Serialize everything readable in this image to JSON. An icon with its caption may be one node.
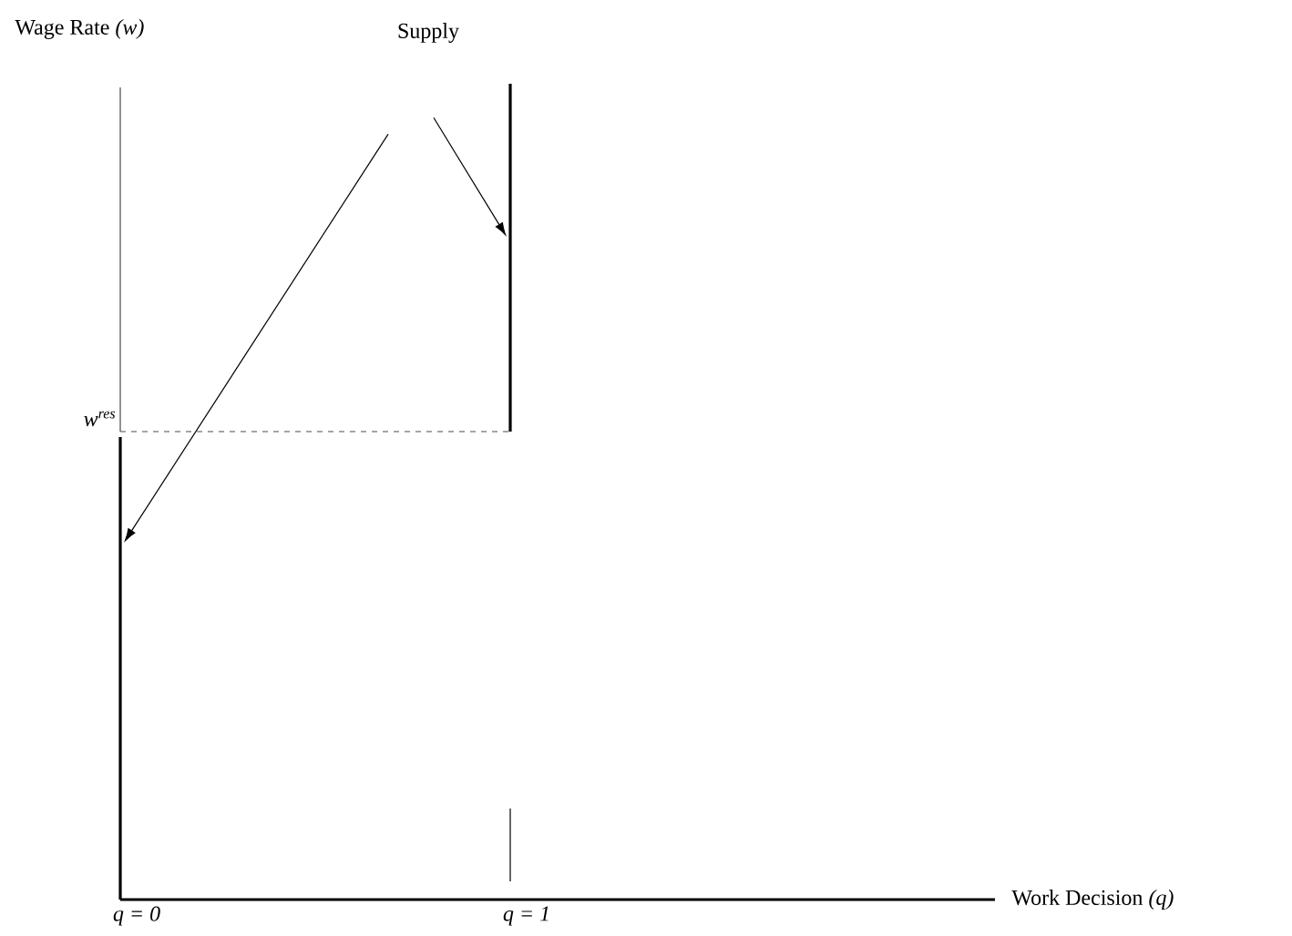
{
  "diagram": {
    "nodes": [
      {
        "text": [
          "Supply"
        ]
      },
      {
        "text": [],
        "shape": "bar"
      },
      {
        "text": [],
        "shape": "bar"
      }
    ],
    "edges": [
      {
        "from": 0,
        "to": 1,
        "arrow": "to"
      },
      {
        "from": 0,
        "to": 2,
        "arrow": "to"
      }
    ],
    "labels": [
      "Wage Rate *(w)*",
      "w$^{res}$",
      "Work Decision *(q)*",
      "q = 0",
      "q = 1"
    ]
  }
}
